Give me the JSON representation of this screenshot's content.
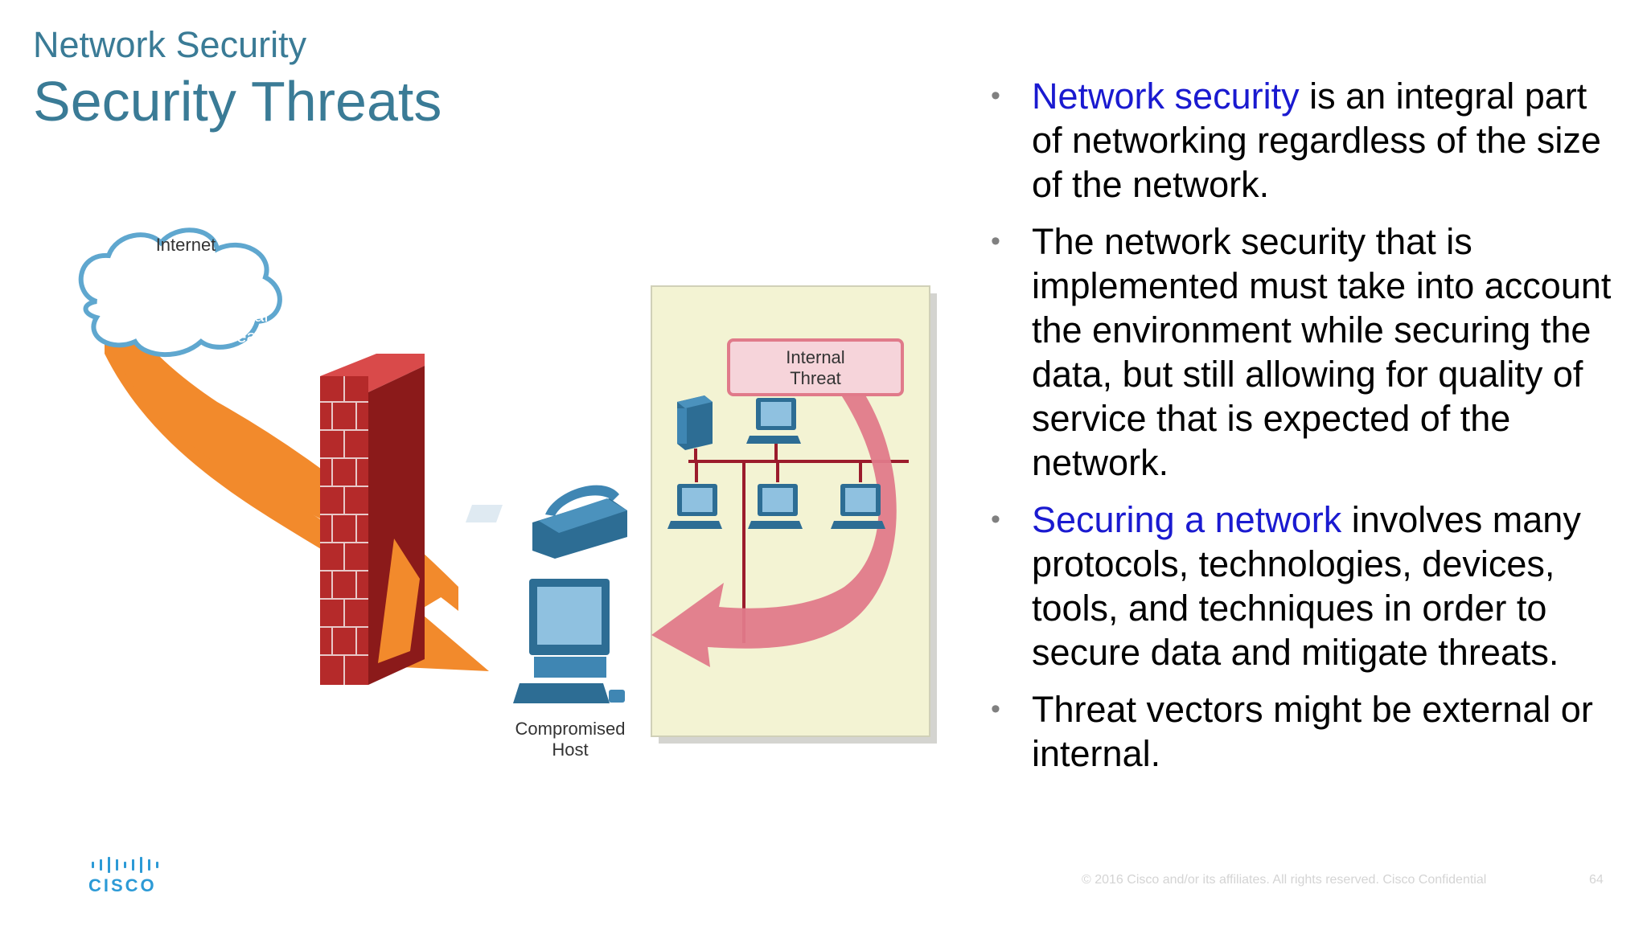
{
  "header": {
    "subtitle": "Network Security",
    "title": "Security Threats"
  },
  "diagram": {
    "cloud_label": "Internet",
    "external_threat_line1": "External",
    "external_threat_line2": "Threat",
    "internal_threat_line1": "Internal",
    "internal_threat_line2": "Threat",
    "host_line1": "Compromised",
    "host_line2": "Host"
  },
  "bullets": [
    {
      "highlight": "Network security",
      "text": " is an integral part of networking regardless of the size of the network."
    },
    {
      "highlight": "",
      "text": "The network security that is implemented must take into account the environment while securing the data, but still allowing for quality of service that is expected of the network."
    },
    {
      "highlight": "Securing a network",
      "text": " involves many protocols, technologies, devices, tools, and techniques in order to secure data and mitigate threats."
    },
    {
      "highlight": "",
      "text": "Threat vectors might be external or internal."
    }
  ],
  "footer": {
    "copyright": "© 2016  Cisco and/or its affiliates. All rights reserved.   Cisco Confidential",
    "page_number": "64",
    "logo_text": "CISCO"
  },
  "colors": {
    "title": "#3a7b96",
    "highlight": "#1a1ad0",
    "external_threat": "#f28a2c",
    "internal_threat": "#e07a8a",
    "firewall": "#b52a2a"
  }
}
